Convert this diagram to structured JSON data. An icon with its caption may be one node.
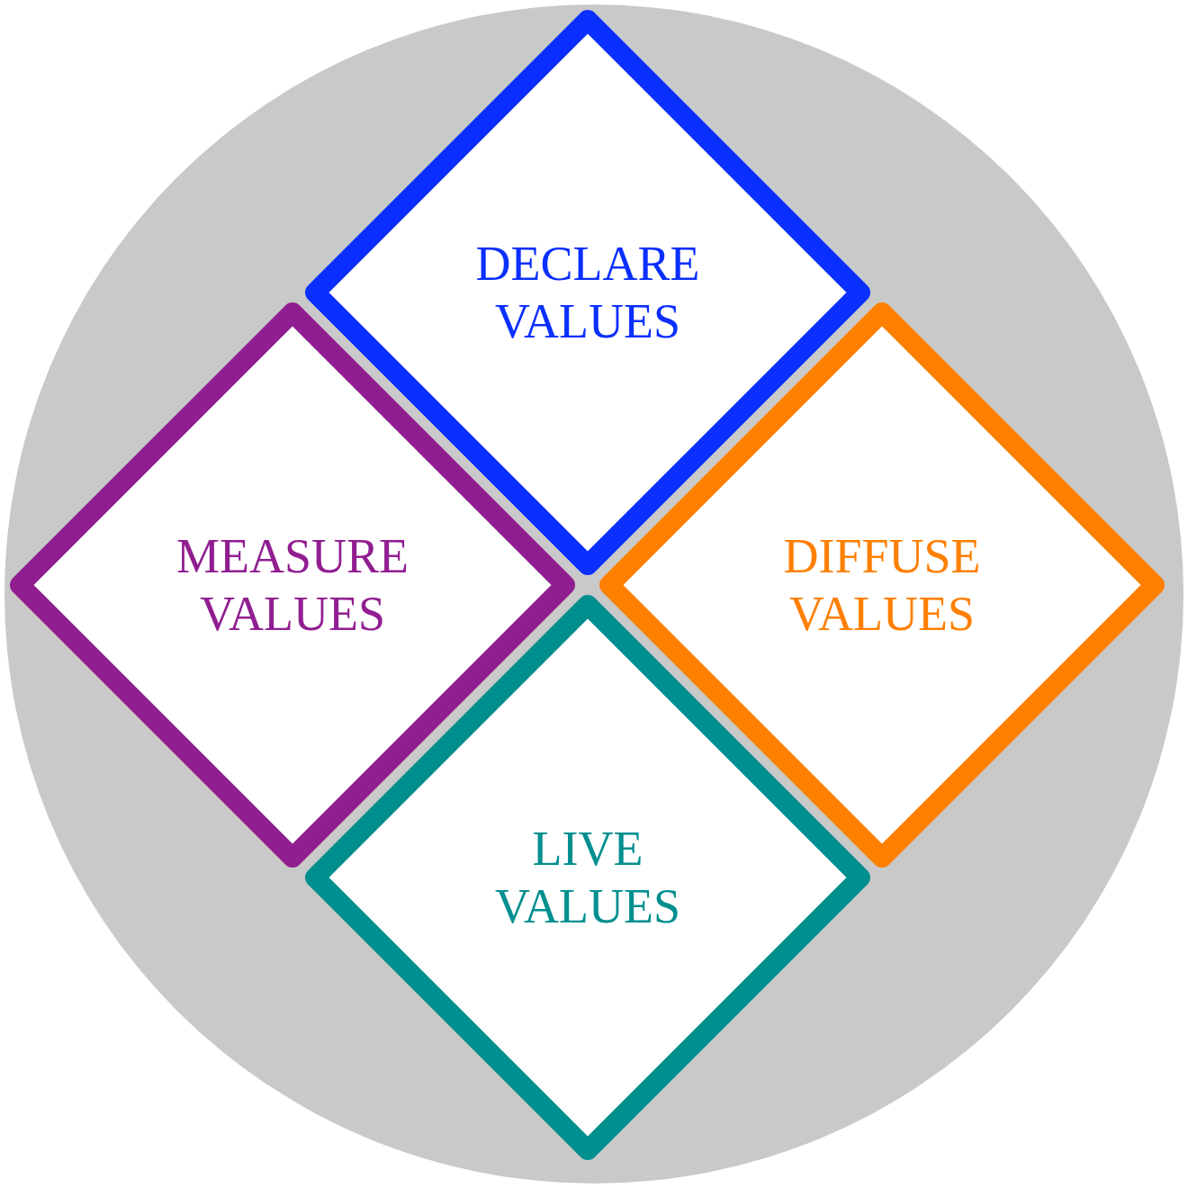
{
  "diagram": {
    "nodes": [
      {
        "text": [],
        "shape": "circle"
      },
      {
        "text": [
          "DECLARE VALUES"
        ],
        "in": 0
      },
      {
        "text": [
          "MEASURE VALUES"
        ],
        "in": 0
      },
      {
        "text": [
          "DIFFUSE VALUES"
        ],
        "in": 0
      },
      {
        "text": [
          "LIVE VALUES"
        ],
        "in": 0
      }
    ]
  }
}
